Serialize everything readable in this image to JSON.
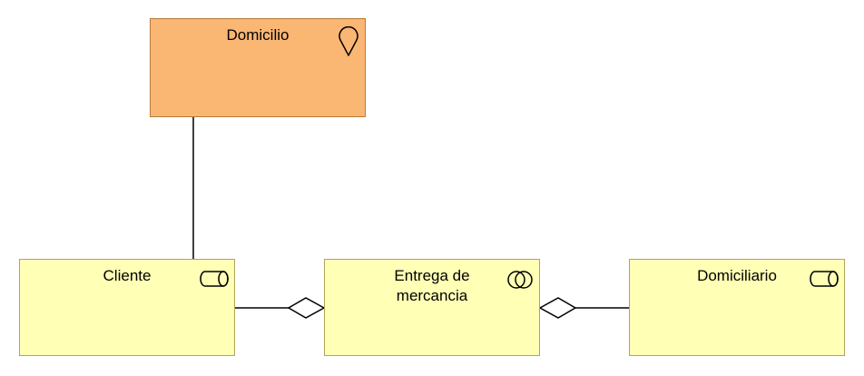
{
  "diagram": {
    "nodes": [
      {
        "id": "domicilio",
        "kind": "location",
        "label": "Domicilio",
        "icon": "location-pin-icon",
        "fill": "#fab673"
      },
      {
        "id": "cliente",
        "kind": "business-role",
        "label": "Cliente",
        "icon": "business-role-icon",
        "fill": "#ffffb6"
      },
      {
        "id": "entrega",
        "kind": "business-collaboration",
        "label": "Entrega de\nmercancia",
        "icon": "collaboration-icon",
        "fill": "#ffffb6"
      },
      {
        "id": "domiciliario",
        "kind": "business-role",
        "label": "Domiciliario",
        "icon": "business-role-icon",
        "fill": "#ffffb6"
      }
    ],
    "edges": [
      {
        "from": "domicilio",
        "to": "cliente",
        "type": "association"
      },
      {
        "from": "entrega",
        "to": "cliente",
        "type": "aggregation"
      },
      {
        "from": "entrega",
        "to": "domiciliario",
        "type": "aggregation"
      }
    ]
  }
}
